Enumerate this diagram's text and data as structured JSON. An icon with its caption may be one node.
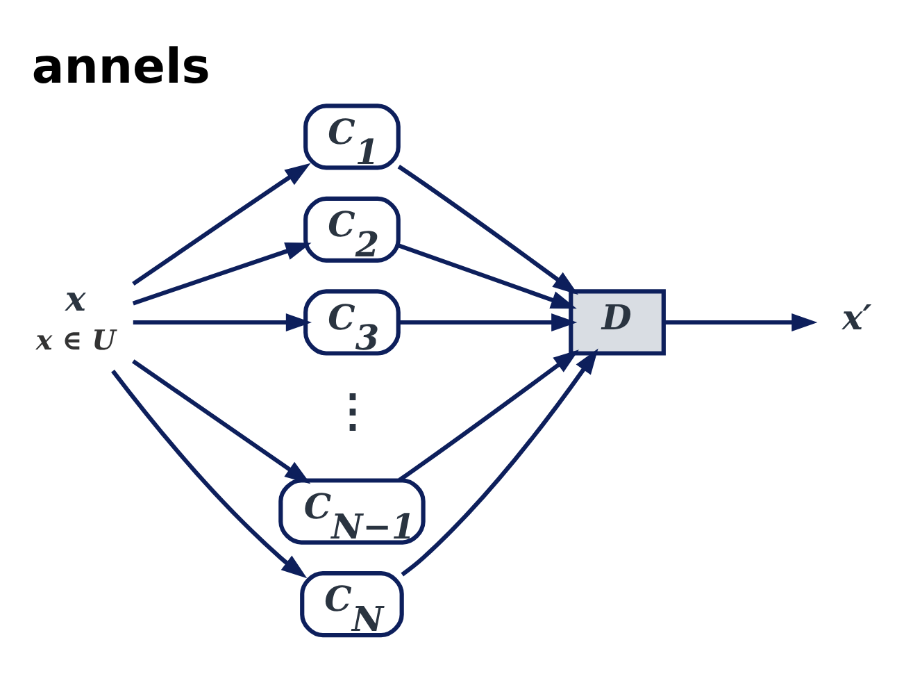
{
  "diagram": {
    "title": "annels",
    "nodes": [
      {
        "text": [
          "x"
        ],
        "beside": [
          "x ∈ U"
        ]
      },
      {
        "text": [
          "C$_{1}$"
        ]
      },
      {
        "text": [
          "C$_{2}$"
        ]
      },
      {
        "text": [
          "C$_{3}$"
        ]
      },
      {
        "text": [
          "C$_{N−1}$"
        ]
      },
      {
        "text": [
          "C$_{N}$"
        ]
      },
      {
        "text": [
          "D"
        ]
      },
      {
        "text": [
          "x′"
        ]
      }
    ],
    "edges": [
      {
        "from": 0,
        "to": 1,
        "arrow": "to"
      },
      {
        "from": 0,
        "to": 2,
        "arrow": "to"
      },
      {
        "from": 0,
        "to": 3,
        "arrow": "to"
      },
      {
        "from": 0,
        "to": 4,
        "arrow": "to"
      },
      {
        "from": 0,
        "to": 5,
        "arrow": "to"
      },
      {
        "from": 1,
        "to": 6,
        "arrow": "to"
      },
      {
        "from": 2,
        "to": 6,
        "arrow": "to"
      },
      {
        "from": 3,
        "to": 6,
        "arrow": "to"
      },
      {
        "from": 4,
        "to": 6,
        "arrow": "to"
      },
      {
        "from": 5,
        "to": 6,
        "arrow": "to"
      },
      {
        "from": 6,
        "to": 7,
        "arrow": "to"
      }
    ],
    "labels": [
      "⋮"
    ]
  }
}
